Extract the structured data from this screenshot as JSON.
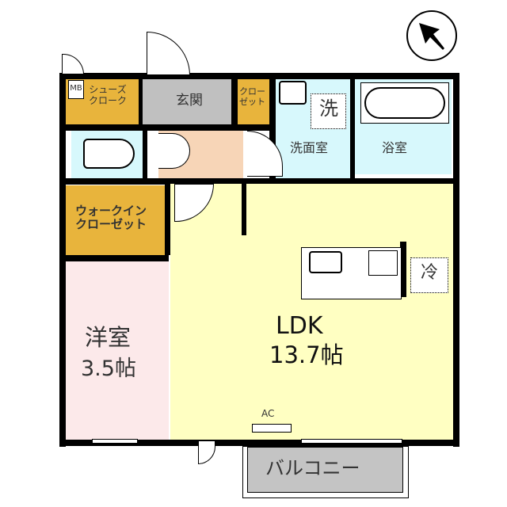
{
  "rooms": {
    "mb": "MB",
    "shoes_cloak": "シューズ\nクローク",
    "genkan": "玄関",
    "closet": "クロー\nゼット",
    "washroom": "洗面室",
    "washer": "洗",
    "bath": "浴室",
    "walk_in_closet": "ウォークイン\nクローゼット",
    "western_room": "洋室",
    "western_room_size": "3.5帖",
    "ldk": "LDK",
    "ldk_size": "13.7帖",
    "fridge": "冷",
    "ac": "AC",
    "balcony": "バルコニー"
  },
  "colors": {
    "storage": "#e8b43c",
    "genkan": "#c0c0c0",
    "wet_area": "#d7f8fc",
    "hall": "#f7d5b7",
    "western_room": "#fce9ea",
    "ldk": "#ffffc2",
    "balcony": "#c4c4c4"
  },
  "compass": {
    "direction": "north-west"
  }
}
